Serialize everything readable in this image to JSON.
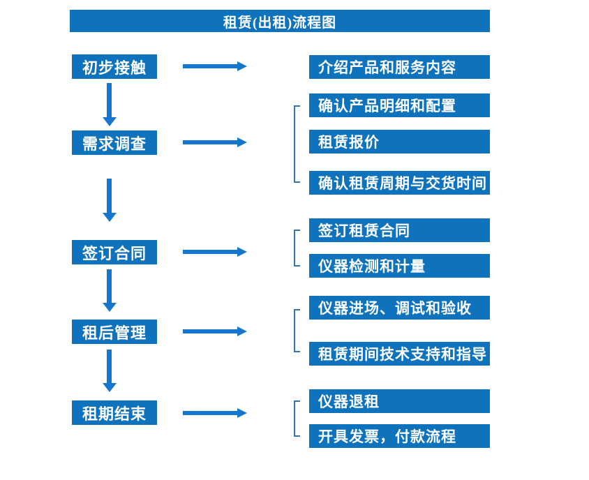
{
  "title": "租赁(出租)流程图",
  "colors": {
    "box": "#0F72BC",
    "arrow": "#1576CE",
    "bracket": "#2E75B6",
    "text": "#FFFFFF",
    "canvas": "#FFFFFF"
  },
  "steps": [
    {
      "label": "初步接触",
      "details": [
        "介绍产品和服务内容"
      ]
    },
    {
      "label": "需求调查",
      "details": [
        "确认产品明细和配置",
        "租赁报价",
        "确认租赁周期与交货时间"
      ]
    },
    {
      "label": "签订合同",
      "details": [
        "签订租赁合同",
        "仪器检测和计量"
      ]
    },
    {
      "label": "租后管理",
      "details": [
        "仪器进场、调试和验收",
        "租赁期间技术支持和指导"
      ]
    },
    {
      "label": "租期结束",
      "details": [
        "仪器退租",
        "开具发票，付款流程"
      ]
    }
  ]
}
